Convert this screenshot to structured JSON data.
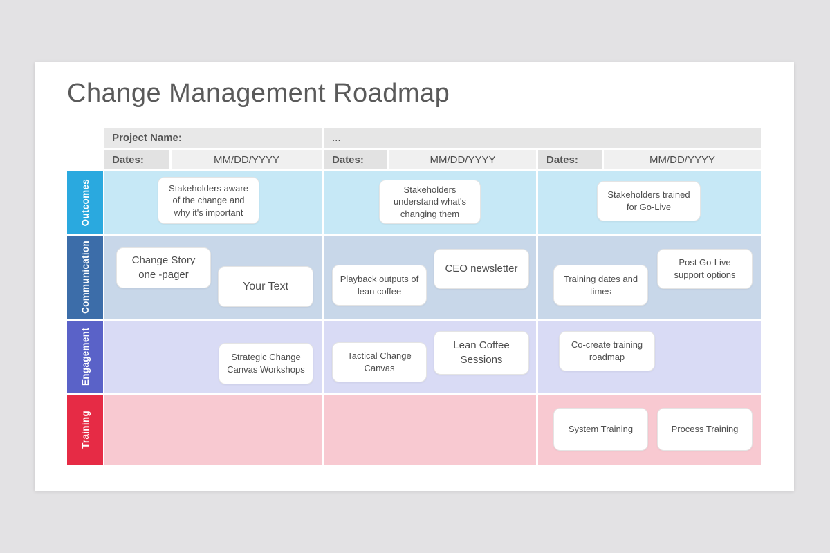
{
  "title": "Change Management Roadmap",
  "header": {
    "project_label": "Project Name:",
    "project_value": "...",
    "columns": [
      {
        "dates_label": "Dates:",
        "dates_value": "MM/DD/YYYY"
      },
      {
        "dates_label": "Dates:",
        "dates_value": "MM/DD/YYYY"
      },
      {
        "dates_label": "Dates:",
        "dates_value": "MM/DD/YYYY"
      }
    ]
  },
  "rows": [
    {
      "label": "Outcomes",
      "label_color": "#2aa9df",
      "band_color": "#c6e8f6",
      "cards": [
        {
          "label": "Stakeholders aware of the change and why it's important"
        },
        {
          "label": "Stakeholders understand what's changing them"
        },
        {
          "label": "Stakeholders trained for Go-Live"
        }
      ]
    },
    {
      "label": "Communication",
      "label_color": "#3c6da9",
      "band_color": "#c8d7e9",
      "cards": [
        {
          "label": "Change Story one -pager"
        },
        {
          "label": "Your Text"
        },
        {
          "label": "Playback outputs of lean coffee"
        },
        {
          "label": "CEO newsletter"
        },
        {
          "label": "Training dates and times"
        },
        {
          "label": "Post Go-Live support options"
        }
      ]
    },
    {
      "label": "Engagement",
      "label_color": "#5a62c8",
      "band_color": "#d9dbf5",
      "cards": [
        {
          "label": "Strategic Change Canvas Workshops"
        },
        {
          "label": "Tactical Change Canvas"
        },
        {
          "label": "Lean Coffee Sessions"
        },
        {
          "label": "Co-create training roadmap"
        }
      ]
    },
    {
      "label": "Training",
      "label_color": "#e62b45",
      "band_color": "#f8c9d1",
      "cards": [
        {
          "label": "System Training"
        },
        {
          "label": "Process Training"
        }
      ]
    }
  ]
}
